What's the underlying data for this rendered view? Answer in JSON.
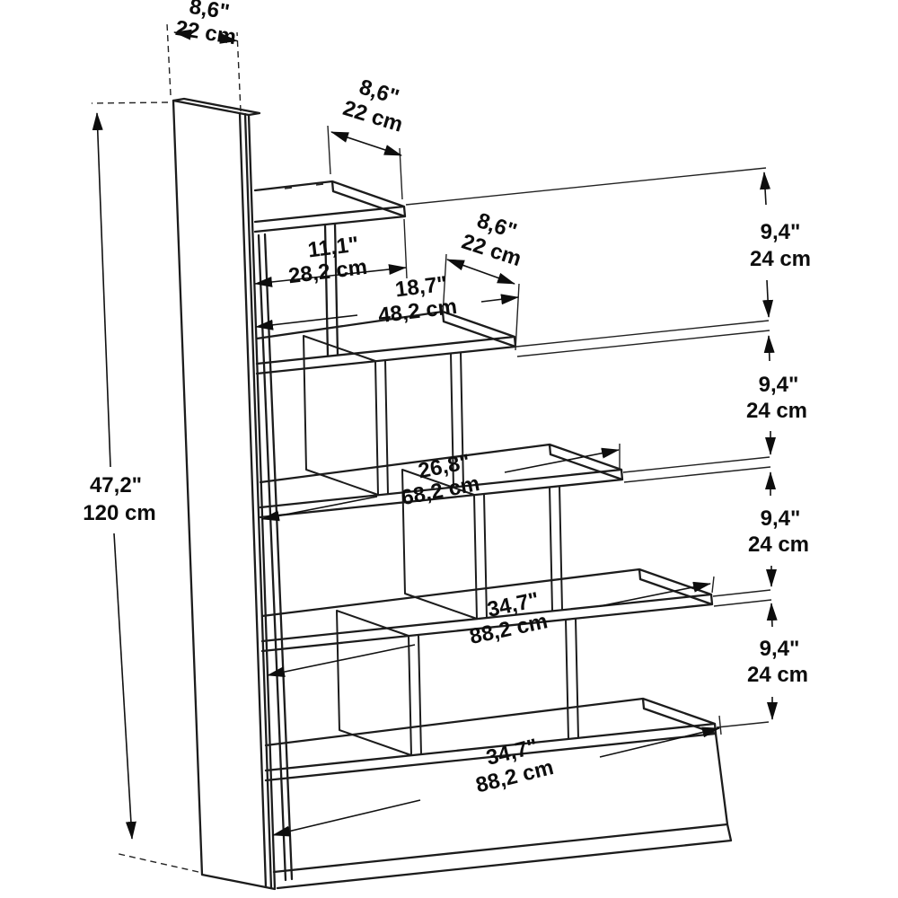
{
  "diagram": {
    "kind": "furniture-dimension-drawing",
    "subject": "bookshelf",
    "background": "#ffffff",
    "line_color": "#1c1c1c"
  },
  "dims": {
    "panel_depth": {
      "inches": "8,6\"",
      "cm": "22 cm"
    },
    "top_box_depth": {
      "inches": "8,6\"",
      "cm": "22 cm"
    },
    "top_shelf_width": {
      "inches": "11,1\"",
      "cm": "28,2 cm"
    },
    "shelf2_width": {
      "inches": "18,7\"",
      "cm": "48,2 cm"
    },
    "shelf2_depth": {
      "inches": "8,6\"",
      "cm": "22 cm"
    },
    "shelf3_width": {
      "inches": "26,8\"",
      "cm": "68,2 cm"
    },
    "shelf4_width": {
      "inches": "34,7\"",
      "cm": "88,2 cm"
    },
    "shelf5_width": {
      "inches": "34,7\"",
      "cm": "88,2 cm"
    },
    "height_total": {
      "inches": "47,2\"",
      "cm": "120 cm"
    },
    "gap1": {
      "inches": "9,4\"",
      "cm": "24 cm"
    },
    "gap2": {
      "inches": "9,4\"",
      "cm": "24 cm"
    },
    "gap3": {
      "inches": "9,4\"",
      "cm": "24 cm"
    },
    "gap4": {
      "inches": "9,4\"",
      "cm": "24 cm"
    }
  }
}
